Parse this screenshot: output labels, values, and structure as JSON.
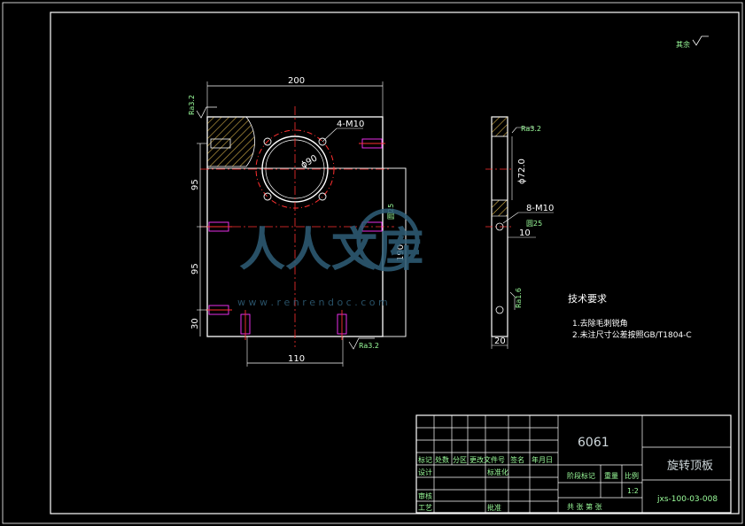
{
  "colors": {
    "background": "#000000",
    "outline": "#ffffff",
    "hatch": "#d6b04a",
    "center_line": "#ff3030",
    "thread": "#ff33ff",
    "dimension": "#00ffff",
    "title_text": "#9cff9c",
    "watermark": "#2f5f78"
  },
  "roughness_corner": {
    "label": "其余"
  },
  "front_view": {
    "dims": {
      "width": "200",
      "bottom_width": "110",
      "height_95_top": "95",
      "height_95_bottom": "95",
      "height_30": "30",
      "height_190": "190",
      "bore_diameter": "ϕ90",
      "hole_callout": "4-M10",
      "side_small": "圆25"
    },
    "roughness_marks": [
      "Ra3.2",
      "Ra3.2"
    ]
  },
  "side_view": {
    "dims": {
      "diameter": "ϕ72.0",
      "hole_callout": "8-M10",
      "depth": "圆25",
      "offset": "10",
      "thickness": "20"
    },
    "roughness_marks": [
      "Ra3.2",
      "Ra1.6"
    ]
  },
  "tech_requirements": {
    "title": "技术要求",
    "items": [
      "1.去除毛刺锐角",
      "2.未注尺寸公差按照GB/T1804-C"
    ]
  },
  "title_block": {
    "material": "6061",
    "part_name": "旋转顶板",
    "drawing_no": "jxs-100-03-008",
    "scale": "1:2",
    "header_row": [
      "标记",
      "处数",
      "分区",
      "更改文件号",
      "签名",
      "年月日"
    ],
    "design": "设计",
    "standardize": "标准化",
    "review": "审核",
    "process": "工艺",
    "approve": "批准",
    "stage_mark": "阶段标记",
    "weight": "重量",
    "ratio_label": "比例",
    "sheets": "共    张 第    张"
  },
  "watermark": {
    "main": "人人文库",
    "url": "w w w . r e n r e n d o c . c o m"
  }
}
